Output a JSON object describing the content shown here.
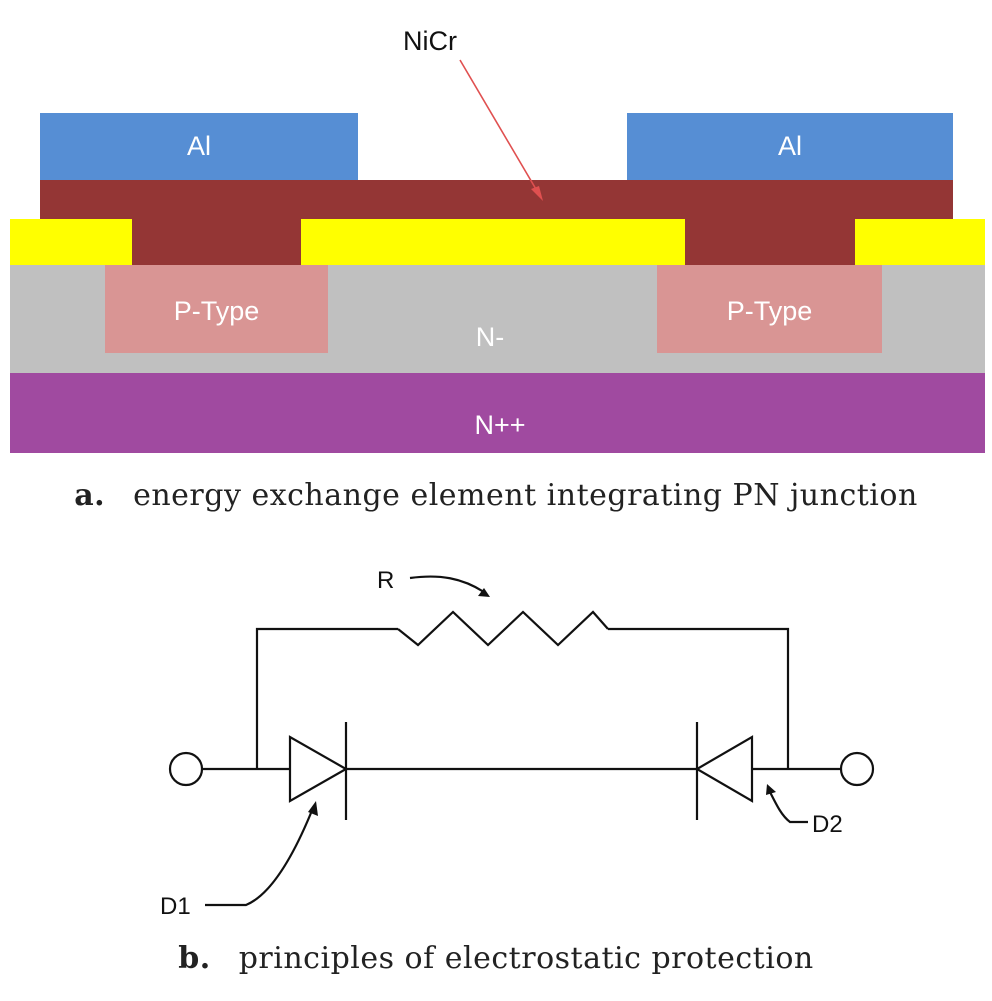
{
  "cross_section": {
    "nicr_label": "NiCr",
    "al_left_label": "Al",
    "al_right_label": "Al",
    "ptype_left_label": "P-Type",
    "ptype_right_label": "P-Type",
    "n_minus_label": "N-",
    "n_plus_plus_label": "N++",
    "colors": {
      "al": "#568ed4",
      "nicr": "#943635",
      "oxide": "#ffff00",
      "n_minus": "#c0c0c0",
      "p_type": "#d99594",
      "n_plus_plus": "#a04aa0",
      "arrow": "#e05050"
    }
  },
  "caption_a": {
    "letter": "a.",
    "text": "energy exchange element integrating PN junction"
  },
  "circuit": {
    "r_label": "R",
    "d1_label": "D1",
    "d2_label": "D2"
  },
  "caption_b": {
    "letter": "b.",
    "text": "principles of electrostatic protection"
  }
}
